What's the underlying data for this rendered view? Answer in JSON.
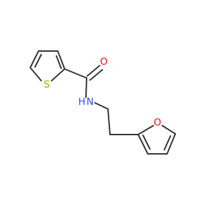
{
  "molecule": {
    "colors": {
      "bond": "#333333",
      "sulfur": "#b8a000",
      "oxygen": "#ff0d0d",
      "nitrogen": "#3050f8",
      "background": "#ffffff"
    },
    "atoms": {
      "thiophene_sulfur": "S",
      "carbonyl_oxygen": "O",
      "amide_nitrogen": "N",
      "amide_hydrogen": "H",
      "furan_oxygen": "O"
    }
  }
}
